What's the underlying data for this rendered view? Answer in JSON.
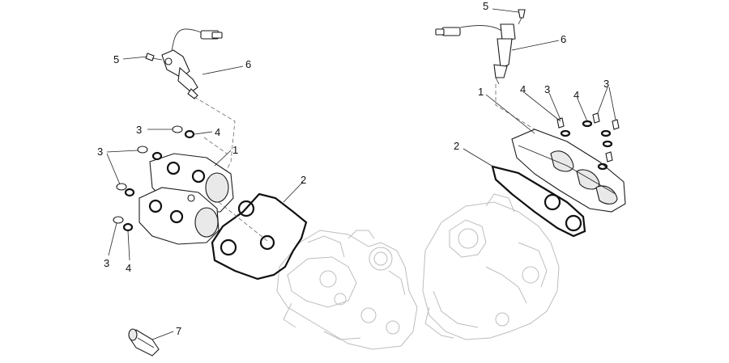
{
  "callouts": [
    {
      "label": "5"
    },
    {
      "label": "6"
    },
    {
      "label": "3"
    },
    {
      "label": "4"
    },
    {
      "label": "3"
    },
    {
      "label": "1"
    },
    {
      "label": "2"
    },
    {
      "label": "3"
    },
    {
      "label": "4"
    },
    {
      "label": "7"
    },
    {
      "label": "5"
    },
    {
      "label": "6"
    },
    {
      "label": "1"
    },
    {
      "label": "4"
    },
    {
      "label": "3"
    },
    {
      "label": "4"
    },
    {
      "label": "3"
    },
    {
      "label": "2"
    }
  ],
  "colors": {
    "line": "#1a1a1a",
    "ghost": "#bdbdbd",
    "background": "#ffffff"
  }
}
